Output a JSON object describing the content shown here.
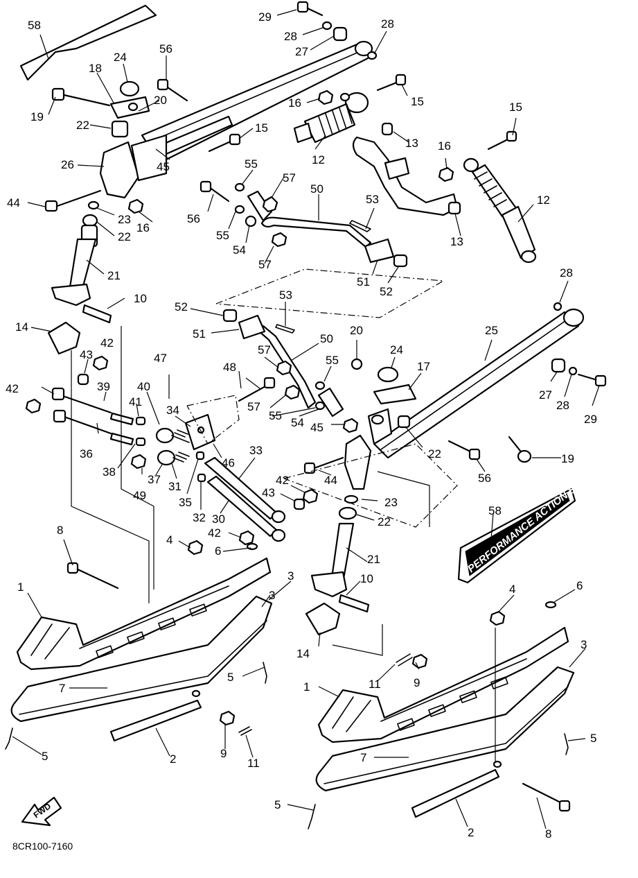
{
  "diagram": {
    "catalog_code": "8CR100-7160",
    "decal_text": "PERFORMANCE ACTION SUSPENSION SYSTEM",
    "fwd_label": "FWD",
    "callouts": {
      "c1a": "1",
      "c1b": "1",
      "c2a": "2",
      "c2b": "2",
      "c3a": "3",
      "c3b": "3",
      "c4a": "4",
      "c4b": "4",
      "c5a": "5",
      "c5b": "5",
      "c5c": "5",
      "c5d": "5",
      "c6a": "6",
      "c6b": "6",
      "c7a": "7",
      "c7b": "7",
      "c8a": "8",
      "c8b": "8",
      "c9a": "9",
      "c9b": "9",
      "c10a": "10",
      "c10b": "10",
      "c11a": "11",
      "c11b": "11",
      "c12a": "12",
      "c12b": "12",
      "c13a": "13",
      "c13b": "13",
      "c14a": "14",
      "c14b": "14",
      "c15a": "15",
      "c15b": "15",
      "c15c": "15",
      "c16a": "16",
      "c16b": "16",
      "c16c": "16",
      "c17": "17",
      "c18": "18",
      "c19a": "19",
      "c19b": "19",
      "c20a": "20",
      "c20b": "20",
      "c21a": "21",
      "c21b": "21",
      "c22a": "22",
      "c22b": "22",
      "c22c": "22",
      "c22d": "22",
      "c23a": "23",
      "c23b": "23",
      "c24a": "24",
      "c24b": "24",
      "c25": "25",
      "c26": "26",
      "c27a": "27",
      "c27b": "27",
      "c28a": "28",
      "c28b": "28",
      "c28c": "28",
      "c28d": "28",
      "c29a": "29",
      "c29b": "29",
      "c30": "30",
      "c31": "31",
      "c32": "32",
      "c33": "33",
      "c34": "34",
      "c35": "35",
      "c36": "36",
      "c37": "37",
      "c38": "38",
      "c39": "39",
      "c40": "40",
      "c41": "41",
      "c42a": "42",
      "c42b": "42",
      "c42c": "42",
      "c42d": "42",
      "c43a": "43",
      "c43b": "43",
      "c44a": "44",
      "c44b": "44",
      "c45a": "45",
      "c45b": "45",
      "c46": "46",
      "c47": "47",
      "c48": "48",
      "c49": "49",
      "c50a": "50",
      "c50b": "50",
      "c51a": "51",
      "c51b": "51",
      "c52a": "52",
      "c52b": "52",
      "c53a": "53",
      "c53b": "53",
      "c54a": "54",
      "c54b": "54",
      "c55a": "55",
      "c55b": "55",
      "c55c": "55",
      "c55d": "55",
      "c56a": "56",
      "c56b": "56",
      "c56c": "56",
      "c57a": "57",
      "c57b": "57",
      "c57c": "57",
      "c57d": "57",
      "c58a": "58",
      "c58b": "58"
    }
  }
}
